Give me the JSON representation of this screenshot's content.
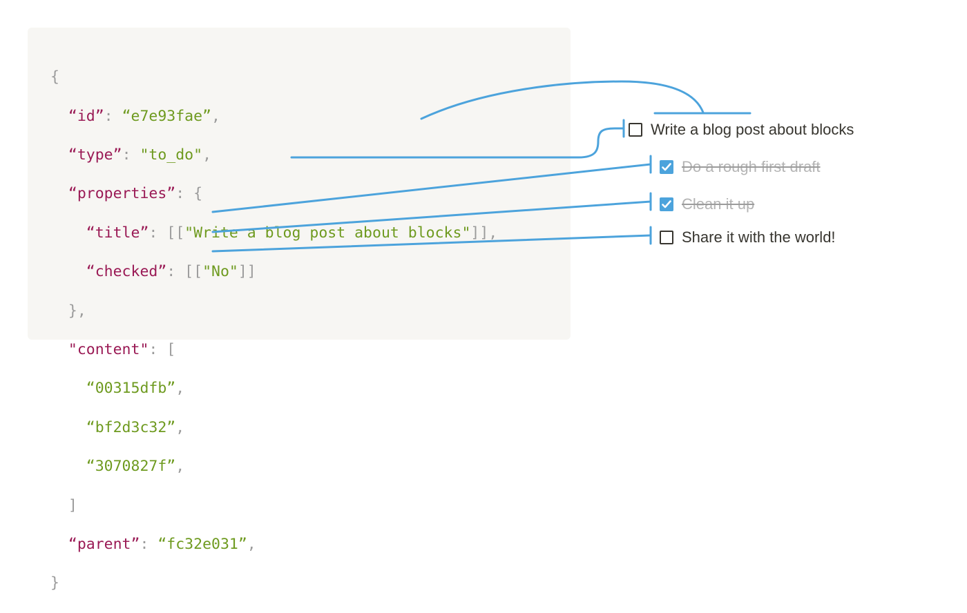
{
  "code": {
    "open_brace": "{",
    "id_key": "“id”",
    "id_sep": ": ",
    "id_val": "“e7e93fae”",
    "id_comma": ",",
    "type_key": "“type”",
    "type_sep": ": ",
    "type_val": "\"to_do\"",
    "type_comma": ",",
    "props_key": "“properties”",
    "props_sep": ": {",
    "title_key": "“title”",
    "title_sep": ": [[",
    "title_val": "\"Write a blog post about blocks\"",
    "title_end": "]],",
    "checked_key": "“checked”",
    "checked_sep": ": [[",
    "checked_val": "\"No\"",
    "checked_end": "]]",
    "props_close": "},",
    "content_key": "\"content\"",
    "content_sep": ": [",
    "content_items": [
      "“00315dfb”",
      "“bf2d3c32”",
      "“3070827f”"
    ],
    "content_item_commas": [
      ",",
      ",",
      ","
    ],
    "content_close": "]",
    "parent_key": "“parent”",
    "parent_sep": ": ",
    "parent_val": "“fc32e031”",
    "parent_comma": ",",
    "close_brace": "}"
  },
  "todos": [
    {
      "label": "Write a blog post about blocks",
      "checked": false
    },
    {
      "label": "Do a rough first draft",
      "checked": true
    },
    {
      "label": "Clean it up",
      "checked": true
    },
    {
      "label": "Share it with the world!",
      "checked": false
    }
  ],
  "colors": {
    "panel_bg": "#f7f6f3",
    "key": "#9a1a55",
    "string": "#6e9a1f",
    "punct": "#9b9b9b",
    "connector": "#4ca3dc",
    "checkbox_checked": "#4ca3dc"
  }
}
